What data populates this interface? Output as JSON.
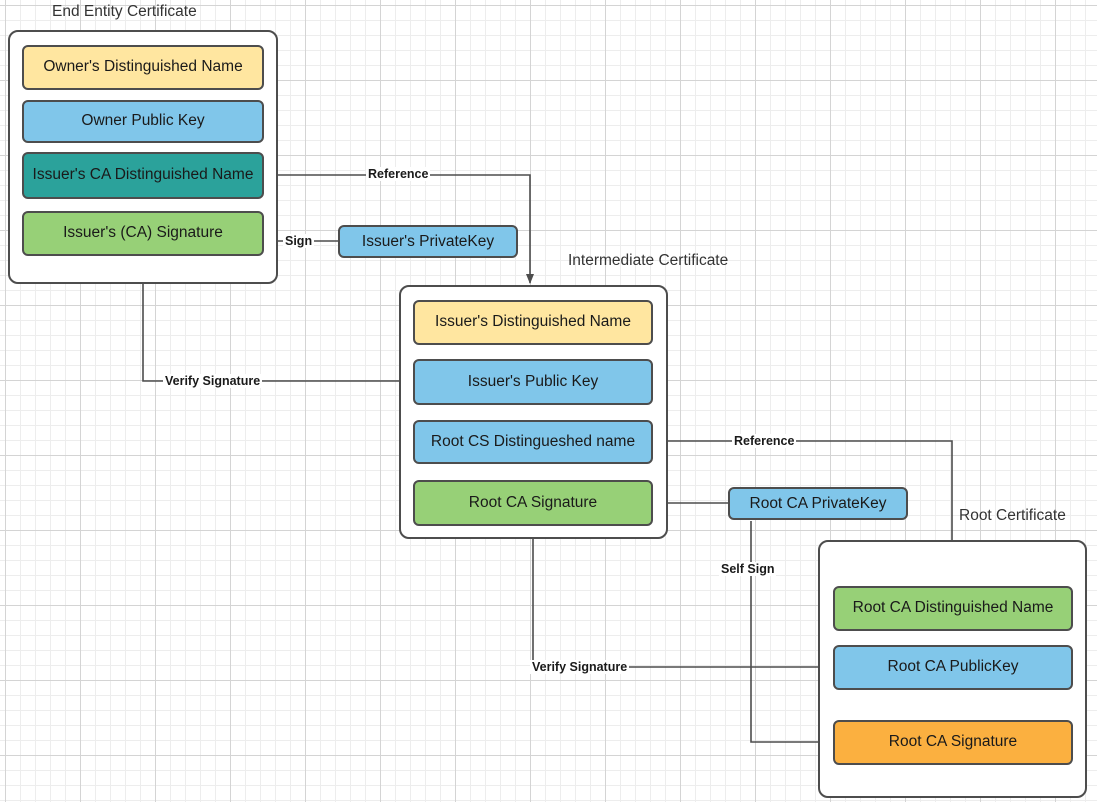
{
  "diagram": {
    "title_labels": {
      "end_entity": "End Entity Certificate",
      "intermediate": "Intermediate Certificate",
      "root": "Root Certificate"
    },
    "colors": {
      "yellow": "#ffe6a0",
      "blue": "#80c6ea",
      "teal": "#2ba29b",
      "green": "#97d077",
      "orange": "#fbb040",
      "stroke": "#4d4d4d",
      "background": "#ffffff",
      "grid_minor": "#ededed",
      "grid_major": "#d4d4d4"
    },
    "end_entity_certificate": {
      "fields": [
        {
          "label": "Owner's Distinguished Name",
          "color": "#ffe6a0"
        },
        {
          "label": "Owner Public  Key",
          "color": "#80c6ea"
        },
        {
          "label": "Issuer's CA Distinguished Name",
          "color": "#2ba29b"
        },
        {
          "label": "Issuer's (CA) Signature",
          "color": "#97d077"
        }
      ]
    },
    "intermediate_certificate": {
      "fields": [
        {
          "label": "Issuer's Distinguished Name",
          "color": "#ffe6a0"
        },
        {
          "label": "Issuer's Public  Key",
          "color": "#80c6ea"
        },
        {
          "label": "Root CS Distingueshed name",
          "color": "#80c6ea"
        },
        {
          "label": "Root CA Signature",
          "color": "#97d077"
        }
      ]
    },
    "root_certificate": {
      "fields": [
        {
          "label": "Root CA Distinguished Name",
          "color": "#97d077"
        },
        {
          "label": "Root CA PublicKey",
          "color": "#80c6ea"
        },
        {
          "label": "Root CA Signature",
          "color": "#fbb040"
        }
      ]
    },
    "keys": {
      "issuer_private_key": "Issuer's PrivateKey",
      "root_ca_private_key": "Root CA PrivateKey"
    },
    "edge_labels": {
      "reference_top": "Reference",
      "sign": "Sign",
      "verify_signature_top": "Verify Signature",
      "reference_bottom": "Reference",
      "self_sign": "Self Sign",
      "verify_signature_bottom": "Verify Signature"
    }
  }
}
